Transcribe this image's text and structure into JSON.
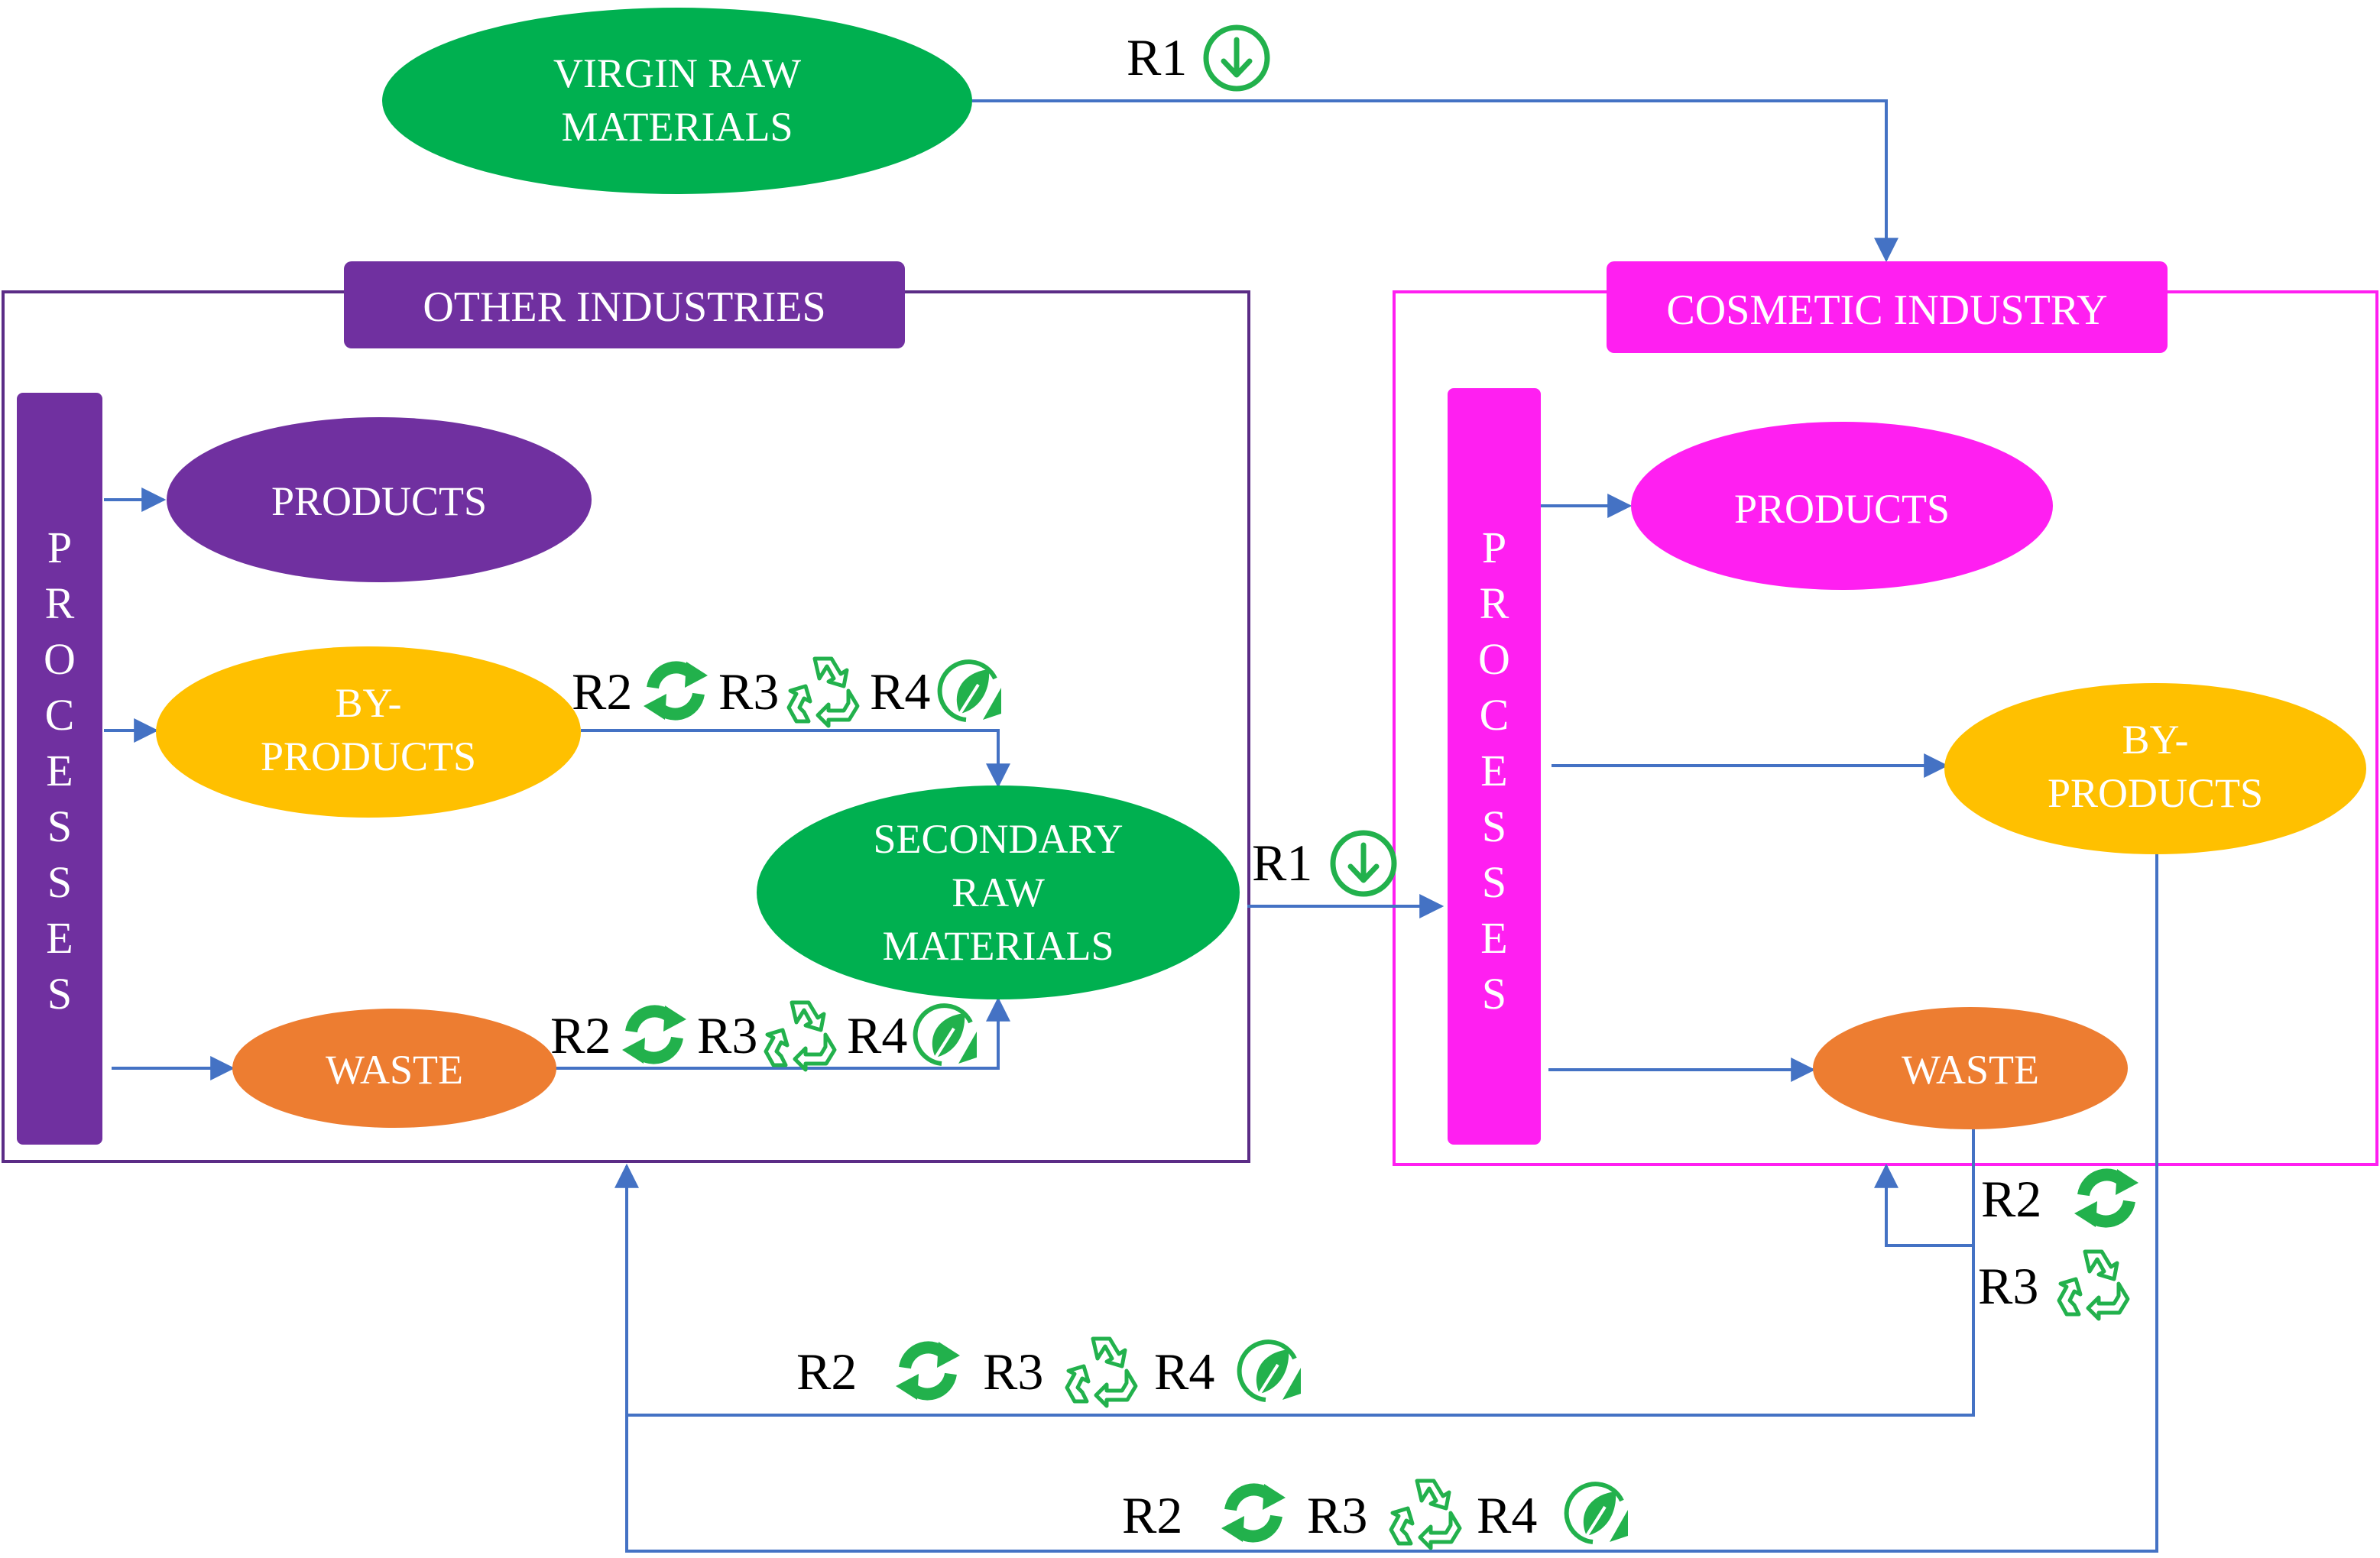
{
  "virgin_raw_materials": {
    "line1": "VIRGIN RAW",
    "line2": "MATERIALS"
  },
  "other_industries": {
    "title": "OTHER INDUSTRIES",
    "processes_label": "PROCESSES",
    "products": "PRODUCTS",
    "byproducts": {
      "line1": "BY-",
      "line2": "PRODUCTS"
    },
    "waste": "WASTE"
  },
  "secondary_raw_materials": {
    "line1": "SECONDARY",
    "line2": "RAW",
    "line3": "MATERIALS"
  },
  "cosmetic_industry": {
    "title": "COSMETIC INDUSTRY",
    "processes_label": "PROCESSES",
    "products": "PRODUCTS",
    "byproducts": {
      "line1": "BY-",
      "line2": "PRODUCTS"
    },
    "waste": "WASTE"
  },
  "r_labels": {
    "r1": "R1",
    "r2": "R2",
    "r3": "R3",
    "r4": "R4"
  },
  "icons": {
    "r1": "reduce-arrow-down-icon",
    "r2": "reuse-cycle-icon",
    "r3": "recycle-triangle-icon",
    "r4": "recover-leaf-icon"
  },
  "colors": {
    "green": "#00b050",
    "purple": "#7030a0",
    "magenta": "#ff1ff1",
    "yellow": "#ffc000",
    "orange": "#ed7d31",
    "arrow_blue": "#4472c4",
    "icon_green": "#22b14c"
  }
}
